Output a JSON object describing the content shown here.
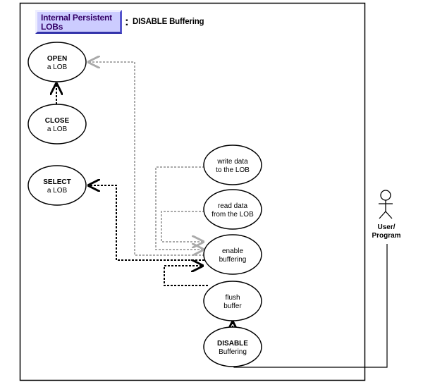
{
  "header": {
    "package_line1": "Internal Persistent",
    "package_line2": "LOBs",
    "separator": ":",
    "title": "DISABLE Buffering"
  },
  "use_cases": {
    "open": {
      "line1": "OPEN",
      "line2": "a LOB"
    },
    "close": {
      "line1": "CLOSE",
      "line2": "a LOB"
    },
    "select": {
      "line1": "SELECT",
      "line2": "a LOB"
    },
    "write": {
      "line1": "write data",
      "line2": "to the LOB"
    },
    "read": {
      "line1": "read data",
      "line2": "from the LOB"
    },
    "enable": {
      "line1": "enable",
      "line2": "buffering"
    },
    "flush": {
      "line1": "flush",
      "line2": "buffer"
    },
    "disable": {
      "line1": "DISABLE",
      "line2": "Buffering"
    }
  },
  "actor": {
    "line1": "User/",
    "line2": "Program"
  },
  "colors": {
    "package_fill": "#ccccff",
    "package_text": "#330066",
    "gray_link": "#aaaaaa",
    "black_link": "#000000"
  }
}
